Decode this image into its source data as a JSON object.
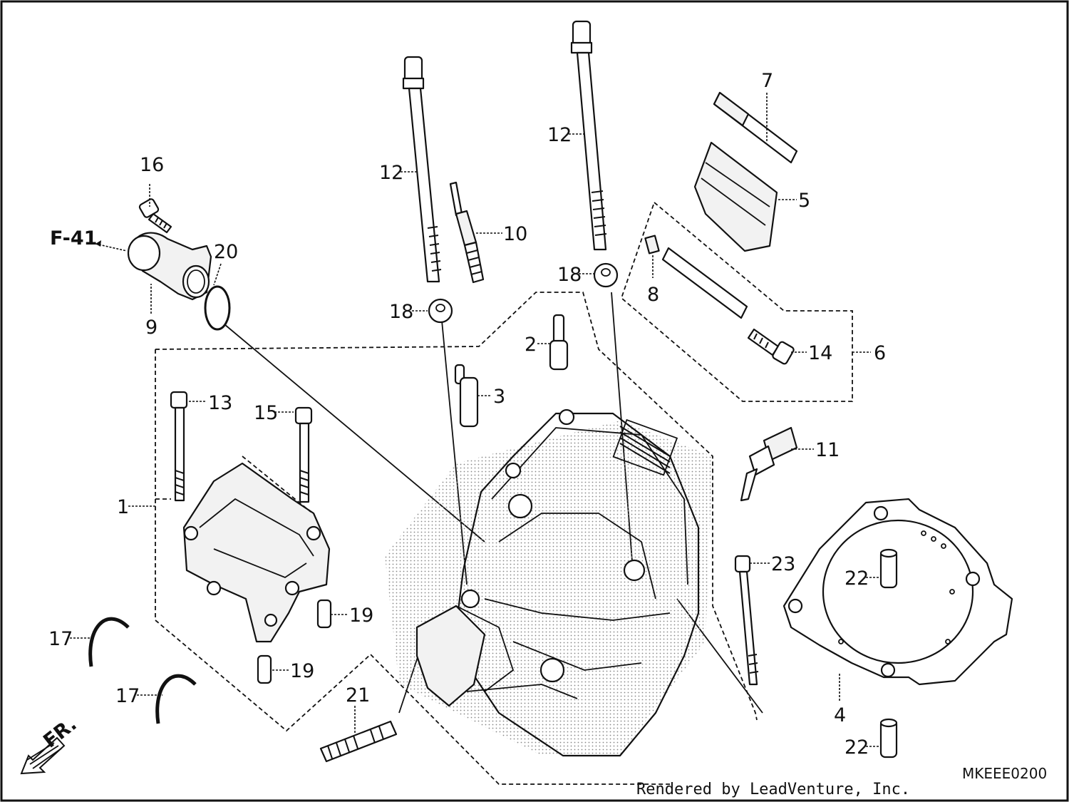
{
  "diagram": {
    "callouts": [
      {
        "id": "c1",
        "text": "1"
      },
      {
        "id": "c2",
        "text": "2"
      },
      {
        "id": "c3",
        "text": "3"
      },
      {
        "id": "c4",
        "text": "4"
      },
      {
        "id": "c5",
        "text": "5"
      },
      {
        "id": "c6",
        "text": "6"
      },
      {
        "id": "c7",
        "text": "7"
      },
      {
        "id": "c8",
        "text": "8"
      },
      {
        "id": "c9",
        "text": "9"
      },
      {
        "id": "c10",
        "text": "10"
      },
      {
        "id": "c11",
        "text": "11"
      },
      {
        "id": "c12a",
        "text": "12"
      },
      {
        "id": "c12b",
        "text": "12"
      },
      {
        "id": "c13",
        "text": "13"
      },
      {
        "id": "c14",
        "text": "14"
      },
      {
        "id": "c15",
        "text": "15"
      },
      {
        "id": "c16",
        "text": "16"
      },
      {
        "id": "c17a",
        "text": "17"
      },
      {
        "id": "c17b",
        "text": "17"
      },
      {
        "id": "c18a",
        "text": "18"
      },
      {
        "id": "c18b",
        "text": "18"
      },
      {
        "id": "c19a",
        "text": "19"
      },
      {
        "id": "c19b",
        "text": "19"
      },
      {
        "id": "c20",
        "text": "20"
      },
      {
        "id": "c21",
        "text": "21"
      },
      {
        "id": "c22a",
        "text": "22"
      },
      {
        "id": "c22b",
        "text": "22"
      },
      {
        "id": "c23",
        "text": "23"
      }
    ],
    "ref_label": "F-41",
    "front_label": "FR.",
    "drawing_code": "MKEEE0200",
    "credit": "Rendered by LeadVenture, Inc."
  }
}
